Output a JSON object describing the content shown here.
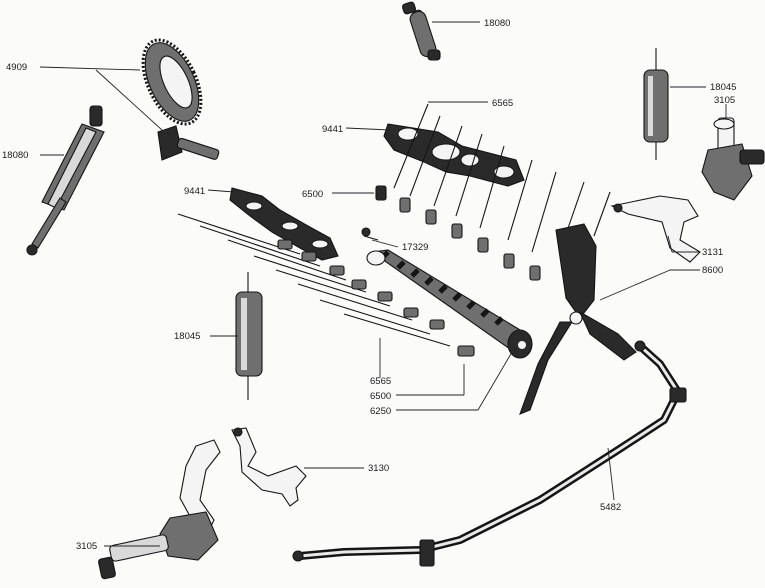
{
  "diagram": {
    "colors": {
      "ink": "#1a1a1a",
      "paper": "#fbfbfa",
      "shade": "#6f6f6f"
    },
    "callouts": [
      {
        "id": "c18080-top",
        "text": "18080"
      },
      {
        "id": "c4909",
        "text": "4909"
      },
      {
        "id": "c18080-left",
        "text": "18080"
      },
      {
        "id": "c6565-top",
        "text": "6565"
      },
      {
        "id": "c9441-top",
        "text": "9441"
      },
      {
        "id": "c18045-right",
        "text": "18045"
      },
      {
        "id": "c3105-right",
        "text": "3105"
      },
      {
        "id": "c9441-left",
        "text": "9441"
      },
      {
        "id": "c6500-top",
        "text": "6500"
      },
      {
        "id": "c17329",
        "text": "17329"
      },
      {
        "id": "c3131",
        "text": "3131"
      },
      {
        "id": "c8600",
        "text": "8600"
      },
      {
        "id": "c18045-left",
        "text": "18045"
      },
      {
        "id": "c6565-bot",
        "text": "6565"
      },
      {
        "id": "c6500-bot",
        "text": "6500"
      },
      {
        "id": "c6250",
        "text": "6250"
      },
      {
        "id": "c3130",
        "text": "3130"
      },
      {
        "id": "c5482",
        "text": "5482"
      },
      {
        "id": "c3105-left",
        "text": "3105"
      }
    ]
  }
}
